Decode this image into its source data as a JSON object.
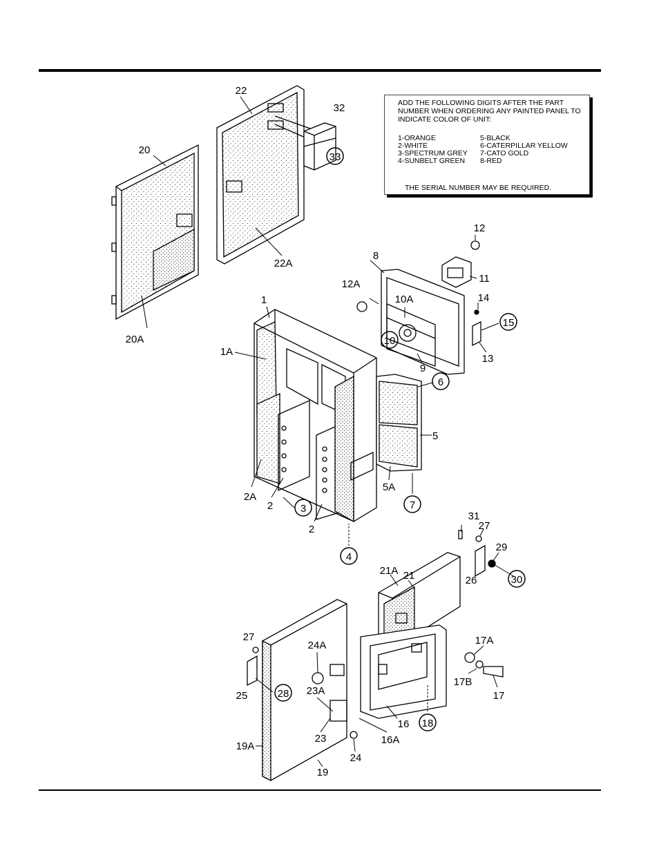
{
  "note": {
    "lines": [
      "ADD THE FOLLOWING DIGITS AFTER THE PART",
      "NUMBER WHEN ORDERING ANY PAINTED PANEL TO",
      "INDICATE COLOR OF UNIT:"
    ],
    "colors_left": [
      "1-ORANGE",
      "2-WHITE",
      "3-SPECTRUM GREY",
      "4-SUNBELT GREEN"
    ],
    "colors_right": [
      "5-BLACK",
      "6-CATERPILLAR YELLOW",
      "7-CATO GOLD",
      "8-RED"
    ],
    "footer": "THE SERIAL NUMBER MAY BE REQUIRED."
  },
  "labels": {
    "p22": "22",
    "p32": "32",
    "p33": "33",
    "p20": "20",
    "p22a": "22A",
    "p20a": "20A",
    "p12": "12",
    "p11": "11",
    "p8": "8",
    "p12a": "12A",
    "p10a": "10A",
    "p14": "14",
    "p15": "15",
    "p10": "10",
    "p9": "9",
    "p13": "13",
    "p1": "1",
    "p1a": "1A",
    "p6": "6",
    "p5": "5",
    "p5a": "5A",
    "p7": "7",
    "p2a": "2A",
    "p2_left": "2",
    "p3": "3",
    "p2_right": "2",
    "p4": "4",
    "p31": "31",
    "p27_top": "27",
    "p29": "29",
    "p21": "21",
    "p21a": "21A",
    "p26": "26",
    "p30": "30",
    "p27_bottom": "27",
    "p24a": "24A",
    "p17a": "17A",
    "p25": "25",
    "p28": "28",
    "p23a": "23A",
    "p17b": "17B",
    "p17": "17",
    "p16": "16",
    "p18": "18",
    "p23": "23",
    "p16a": "16A",
    "p19a": "19A",
    "p24": "24",
    "p19": "19"
  }
}
